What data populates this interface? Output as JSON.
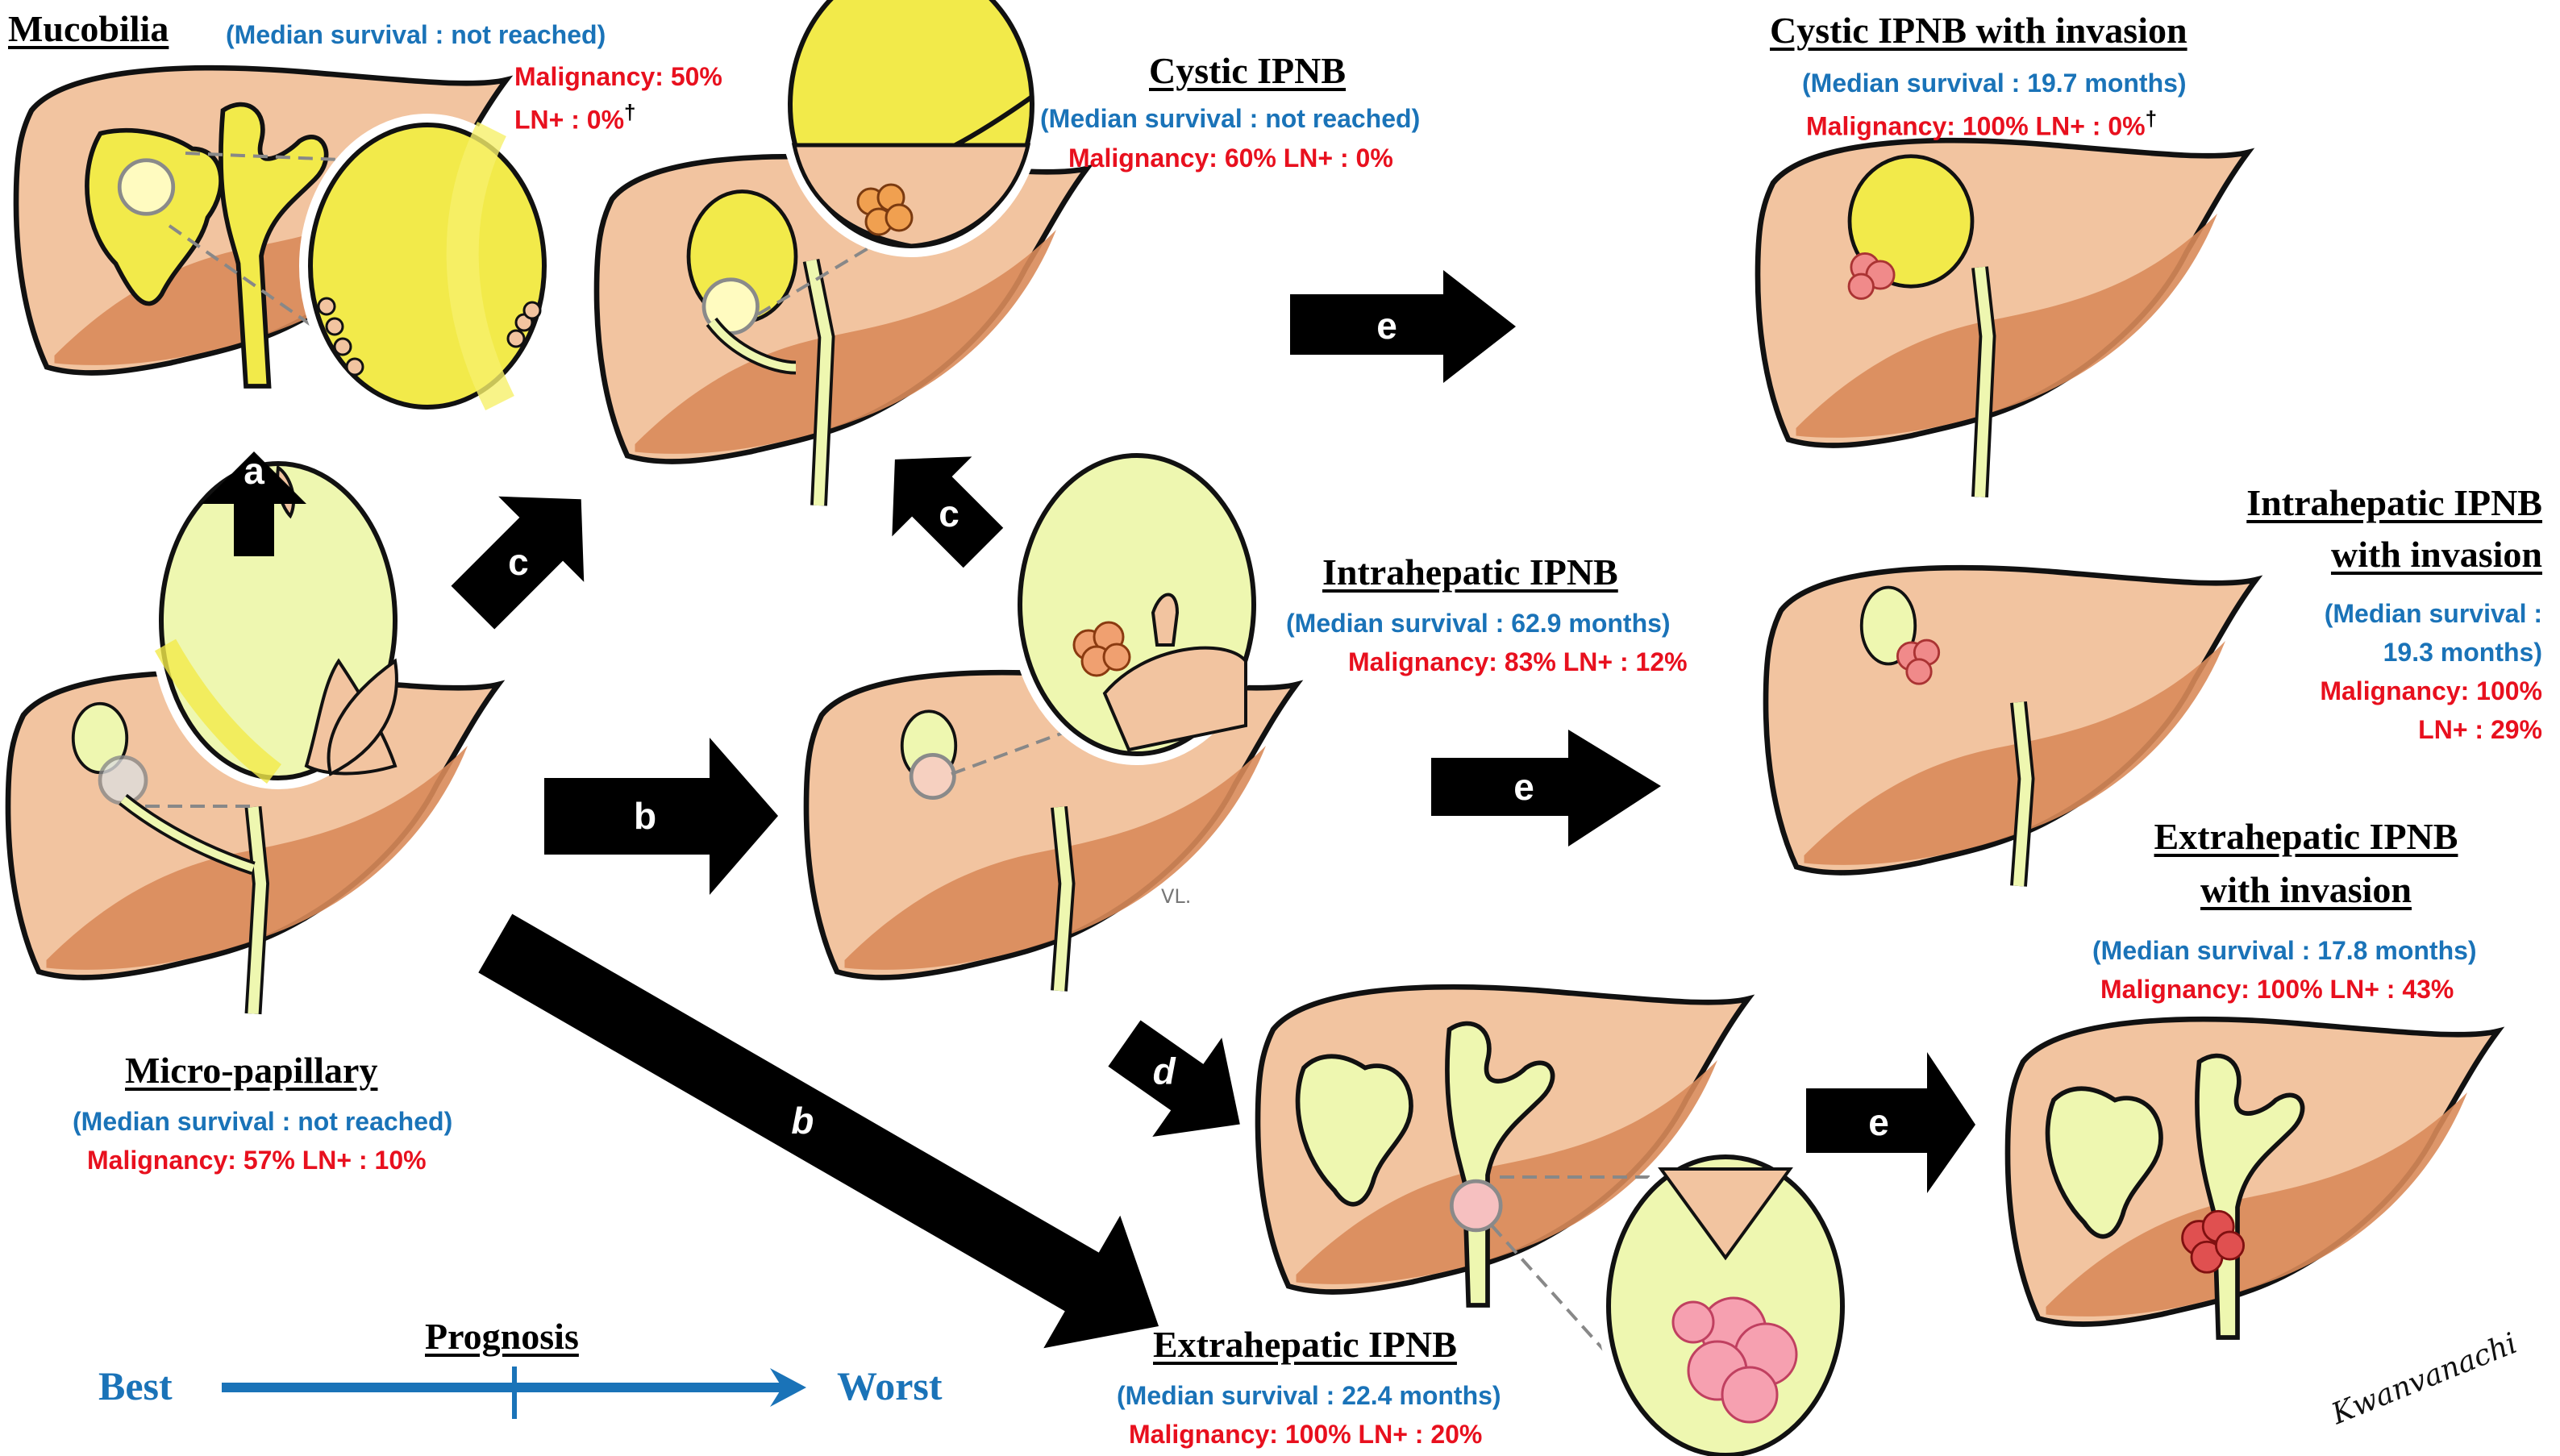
{
  "stages": {
    "mucobilia": {
      "title": "Mucobilia",
      "survival": "(Median survival : not reached)",
      "malignancy": "Malignancy:  50%",
      "ln": "LN+ : 0%",
      "ln_footnote": "†"
    },
    "cystic": {
      "title": "Cystic IPNB",
      "survival": "(Median survival : not reached)",
      "malignancy": "Malignancy:  60%   LN+ : 0%"
    },
    "cystic_invasion": {
      "title": "Cystic IPNB with invasion",
      "survival": "(Median survival : 19.7 months)",
      "malignancy": "Malignancy:  100%      LN+ : 0%",
      "ln_footnote": "†"
    },
    "micropapillary": {
      "title": "Micro-papillary",
      "survival": "(Median survival : not reached)",
      "malignancy": "Malignancy:  57%   LN+ : 10%"
    },
    "intrahepatic": {
      "title": "Intrahepatic IPNB",
      "survival": "(Median survival : 62.9 months)",
      "malignancy": "Malignancy:  83% LN+ : 12%"
    },
    "intrahepatic_invasion": {
      "title_line1": "Intrahepatic IPNB",
      "title_line2": "with invasion",
      "survival_line1": "(Median survival :",
      "survival_line2": "19.3 months)",
      "malignancy": "Malignancy: 100%",
      "ln": "LN+ : 29%"
    },
    "extrahepatic": {
      "title": "Extrahepatic IPNB",
      "survival": "(Median survival : 22.4 months)",
      "malignancy": "Malignancy:  100%   LN+ : 20%"
    },
    "extrahepatic_invasion": {
      "title_line1": "Extrahepatic IPNB",
      "title_line2": "with invasion",
      "survival": "(Median survival : 17.8 months)",
      "malignancy": "Malignancy:  100%   LN+ : 43%"
    }
  },
  "arrows": {
    "a": "a",
    "b_horizontal": "b",
    "b_diagonal": "b",
    "c_left": "c",
    "c_right": "c",
    "d": "d",
    "e_top": "e",
    "e_middle": "e",
    "e_bottom": "e"
  },
  "prognosis": {
    "title": "Prognosis",
    "best": "Best",
    "worst": "Worst"
  },
  "credits": {
    "signature": "Kwanvanachi",
    "initials": "VL."
  },
  "colors": {
    "liver_light": "#f2c4a0",
    "liver_dark": "#d98b5a",
    "duct_pale": "#eef7b0",
    "duct_yellow": "#f2ea4a",
    "tumor": "#f08a8a",
    "blue_text": "#1a73b8",
    "red_text": "#e8101e"
  }
}
